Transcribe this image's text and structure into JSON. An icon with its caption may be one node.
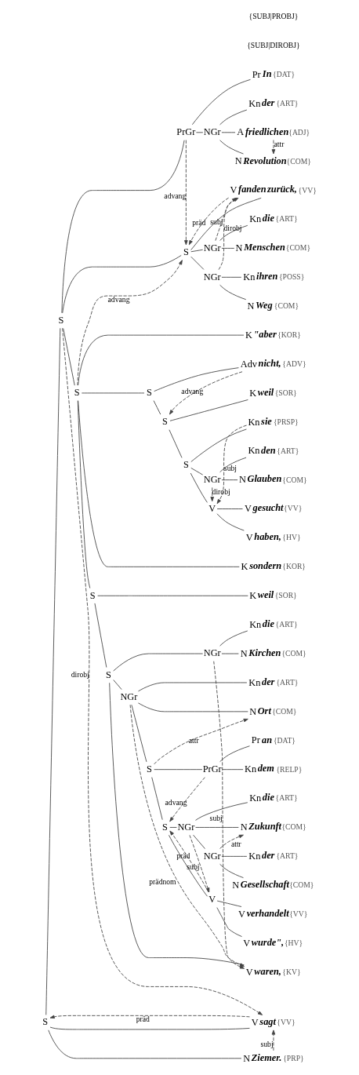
{
  "diagram": {
    "nodes": [
      {
        "text": [
          "S"
        ]
      },
      {
        "text": [
          "S"
        ]
      },
      {
        "text": [
          "PrGr"
        ]
      },
      {
        "text": [
          "Pr"
        ],
        "beside": [
          "In",
          "{DAT}"
        ]
      },
      {
        "text": [
          "NGr"
        ]
      },
      {
        "text": [
          "Kn"
        ],
        "beside": [
          "der",
          "{ART}"
        ]
      },
      {
        "text": [
          "A"
        ],
        "beside": [
          "friedlichen",
          "{ADJ}"
        ]
      },
      {
        "text": [
          "N"
        ],
        "beside": [
          "Revolution",
          "{COM}"
        ]
      },
      {
        "text": [
          "S"
        ]
      },
      {
        "text": [
          "V"
        ],
        "beside": [
          "fanden",
          "zurück,",
          "{VV}"
        ]
      },
      {
        "text": [
          "NGr"
        ]
      },
      {
        "text": [
          "Kn"
        ],
        "beside": [
          "die",
          "{ART}"
        ]
      },
      {
        "text": [
          "N"
        ],
        "beside": [
          "Menschen",
          "{COM}"
        ]
      },
      {
        "text": [
          "NGr"
        ]
      },
      {
        "text": [
          "Kn"
        ],
        "beside": [
          "ihren",
          "{POSS}"
        ]
      },
      {
        "text": [
          "N"
        ],
        "beside": [
          "Weg",
          "{COM}"
        ]
      },
      {
        "text": [
          "S"
        ]
      },
      {
        "text": [
          "K"
        ],
        "beside": [
          "\"aber",
          "{KOR}"
        ]
      },
      {
        "text": [
          "S"
        ]
      },
      {
        "text": [
          "Adv"
        ],
        "beside": [
          "nicht,",
          "{ADV}"
        ]
      },
      {
        "text": [
          "S"
        ]
      },
      {
        "text": [
          "K"
        ],
        "beside": [
          "weil",
          "{SOR}"
        ]
      },
      {
        "text": [
          "S"
        ]
      },
      {
        "text": [
          "Kn"
        ],
        "beside": [
          "sie",
          "{PRSP}"
        ]
      },
      {
        "text": [
          "NGr"
        ]
      },
      {
        "text": [
          "Kn"
        ],
        "beside": [
          "den",
          "{ART}"
        ]
      },
      {
        "text": [
          "N"
        ],
        "beside": [
          "Glauben",
          "{COM}"
        ]
      },
      {
        "text": [
          "V"
        ]
      },
      {
        "text": [
          "V"
        ],
        "beside": [
          "gesucht",
          "{VV}"
        ]
      },
      {
        "text": [
          "V"
        ],
        "beside": [
          "haben,",
          "{HV}"
        ]
      },
      {
        "text": [
          "K"
        ],
        "beside": [
          "sondern",
          "{KOR}"
        ]
      },
      {
        "text": [
          "S"
        ]
      },
      {
        "text": [
          "K"
        ],
        "beside": [
          "weil",
          "{SOR}"
        ]
      },
      {
        "text": [
          "S"
        ]
      },
      {
        "text": [
          "NGr"
        ]
      },
      {
        "text": [
          "Kn"
        ],
        "beside": [
          "die",
          "{ART}"
        ]
      },
      {
        "text": [
          "N"
        ],
        "beside": [
          "Kirchen",
          "{COM}"
        ]
      },
      {
        "text": [
          "NGr"
        ]
      },
      {
        "text": [
          "Kn"
        ],
        "beside": [
          "der",
          "{ART}"
        ]
      },
      {
        "text": [
          "N"
        ],
        "beside": [
          "Ort",
          "{COM}"
        ]
      },
      {
        "text": [
          "S"
        ]
      },
      {
        "text": [
          "PrGr"
        ]
      },
      {
        "text": [
          "Pr"
        ],
        "beside": [
          "an",
          "{DAT}"
        ]
      },
      {
        "text": [
          "Kn"
        ],
        "beside": [
          "dem",
          "{RELP}"
        ]
      },
      {
        "text": [
          "S"
        ]
      },
      {
        "text": [
          "NGr"
        ]
      },
      {
        "text": [
          "Kn"
        ],
        "beside": [
          "die",
          "{ART}"
        ]
      },
      {
        "text": [
          "N"
        ],
        "beside": [
          "Zukunft",
          "{COM}"
        ]
      },
      {
        "text": [
          "NGr"
        ]
      },
      {
        "text": [
          "Kn"
        ],
        "beside": [
          "der",
          "{ART}"
        ]
      },
      {
        "text": [
          "N"
        ],
        "beside": [
          "Gesellschaft",
          "{COM}"
        ]
      },
      {
        "text": [
          "V"
        ]
      },
      {
        "text": [
          "V"
        ],
        "beside": [
          "verhandelt",
          "{VV}"
        ]
      },
      {
        "text": [
          "V"
        ],
        "beside": [
          "wurde\",",
          "{HV}"
        ]
      },
      {
        "text": [
          "V"
        ],
        "beside": [
          "waren,",
          "{KV}"
        ]
      },
      {
        "text": [
          "V"
        ],
        "beside": [
          "sagt",
          "{VV}"
        ]
      },
      {
        "text": [
          "N"
        ],
        "beside": [
          "Ziemer.",
          "{PRP}"
        ]
      }
    ],
    "edges": [
      {
        "from": 0,
        "to": 1,
        "arrow": "none"
      },
      {
        "from": 0,
        "to": 55,
        "arrow": "none"
      },
      {
        "from": 0,
        "to": 56,
        "arrow": "none"
      },
      {
        "from": 1,
        "to": 2,
        "arrow": "none"
      },
      {
        "from": 1,
        "to": 8,
        "arrow": "none"
      },
      {
        "from": 1,
        "to": 16,
        "arrow": "none"
      },
      {
        "from": 2,
        "to": 3,
        "arrow": "none"
      },
      {
        "from": 2,
        "to": 4,
        "arrow": "none"
      },
      {
        "from": 4,
        "to": 5,
        "arrow": "none"
      },
      {
        "from": 4,
        "to": 6,
        "arrow": "none"
      },
      {
        "from": 4,
        "to": 7,
        "arrow": "none"
      },
      {
        "from": 8,
        "to": 9,
        "arrow": "none"
      },
      {
        "from": 8,
        "to": 10,
        "arrow": "none"
      },
      {
        "from": 8,
        "to": 13,
        "arrow": "none"
      },
      {
        "from": 10,
        "to": 11,
        "arrow": "none"
      },
      {
        "from": 10,
        "to": 12,
        "arrow": "none"
      },
      {
        "from": 13,
        "to": 14,
        "arrow": "none"
      },
      {
        "from": 13,
        "to": 15,
        "arrow": "none"
      },
      {
        "from": 16,
        "to": 17,
        "arrow": "none"
      },
      {
        "from": 16,
        "to": 18,
        "arrow": "none"
      },
      {
        "from": 16,
        "to": 30,
        "arrow": "none"
      },
      {
        "from": 16,
        "to": 31,
        "arrow": "none"
      },
      {
        "from": 18,
        "to": 19,
        "arrow": "none"
      },
      {
        "from": 18,
        "to": 20,
        "arrow": "none"
      },
      {
        "from": 20,
        "to": 21,
        "arrow": "none"
      },
      {
        "from": 20,
        "to": 22,
        "arrow": "none"
      },
      {
        "from": 22,
        "to": 23,
        "arrow": "none"
      },
      {
        "from": 22,
        "to": 24,
        "arrow": "none"
      },
      {
        "from": 22,
        "to": 27,
        "arrow": "none"
      },
      {
        "from": 24,
        "to": 25,
        "arrow": "none"
      },
      {
        "from": 24,
        "to": 26,
        "arrow": "none"
      },
      {
        "from": 27,
        "to": 28,
        "arrow": "none"
      },
      {
        "from": 27,
        "to": 29,
        "arrow": "none"
      },
      {
        "from": 31,
        "to": 32,
        "arrow": "none"
      },
      {
        "from": 31,
        "to": 33,
        "arrow": "none"
      },
      {
        "from": 33,
        "to": 34,
        "arrow": "none"
      },
      {
        "from": 33,
        "to": 37,
        "arrow": "none"
      },
      {
        "from": 33,
        "to": 54,
        "arrow": "none"
      },
      {
        "from": 34,
        "to": 35,
        "arrow": "none"
      },
      {
        "from": 34,
        "to": 36,
        "arrow": "none"
      },
      {
        "from": 37,
        "to": 38,
        "arrow": "none"
      },
      {
        "from": 37,
        "to": 39,
        "arrow": "none"
      },
      {
        "from": 37,
        "to": 40,
        "arrow": "none"
      },
      {
        "from": 40,
        "to": 41,
        "arrow": "none"
      },
      {
        "from": 40,
        "to": 44,
        "arrow": "none"
      },
      {
        "from": 41,
        "to": 42,
        "arrow": "none"
      },
      {
        "from": 41,
        "to": 43,
        "arrow": "none"
      },
      {
        "from": 44,
        "to": 45,
        "arrow": "none"
      },
      {
        "from": 44,
        "to": 51,
        "arrow": "none"
      },
      {
        "from": 45,
        "to": 46,
        "arrow": "none"
      },
      {
        "from": 45,
        "to": 47,
        "arrow": "none"
      },
      {
        "from": 45,
        "to": 48,
        "arrow": "none"
      },
      {
        "from": 48,
        "to": 49,
        "arrow": "none"
      },
      {
        "from": 48,
        "to": 50,
        "arrow": "none"
      },
      {
        "from": 51,
        "to": 52,
        "arrow": "none"
      },
      {
        "from": 51,
        "to": 53,
        "arrow": "none"
      },
      {
        "from": 6,
        "to": 7,
        "arrow": "to",
        "style": "dashed",
        "label": "attr"
      },
      {
        "from": 2,
        "to": 8,
        "arrow": "to",
        "style": "dashed",
        "label": "advang"
      },
      {
        "from": 16,
        "to": 8,
        "arrow": "to",
        "style": "dashed",
        "label": "advang"
      },
      {
        "from": 9,
        "to": 8,
        "arrow": "to",
        "style": "dashed",
        "label": "präd"
      },
      {
        "from": 10,
        "to": 9,
        "arrow": "to",
        "style": "dashed",
        "label": "subj"
      },
      {
        "from": 13,
        "to": 9,
        "arrow": "to",
        "style": "dashed",
        "label": "dirobj"
      },
      {
        "from": 19,
        "to": 20,
        "arrow": "to",
        "style": "dashed",
        "label": "advang"
      },
      {
        "from": 23,
        "to": 27,
        "arrow": "to",
        "style": "dashed",
        "label": "subj"
      },
      {
        "from": 24,
        "to": 27,
        "arrow": "to",
        "style": "dashed",
        "label": "dirobj"
      },
      {
        "from": 34,
        "to": 54,
        "arrow": "to",
        "style": "dashed",
        "label": "subj"
      },
      {
        "from": 37,
        "to": 54,
        "arrow": "to",
        "style": "dashed",
        "label": "prädnom"
      },
      {
        "from": 40,
        "to": 39,
        "arrow": "to",
        "style": "dashed",
        "label": "attr"
      },
      {
        "from": 41,
        "to": 44,
        "arrow": "to",
        "style": "dashed",
        "label": "advang"
      },
      {
        "from": 45,
        "to": 51,
        "arrow": "to",
        "style": "dashed",
        "label": "subj"
      },
      {
        "from": 48,
        "to": 47,
        "arrow": "to",
        "style": "dashed",
        "label": "attr"
      },
      {
        "from": 51,
        "to": 44,
        "arrow": "to",
        "style": "dashed",
        "label": "präd"
      },
      {
        "from": 56,
        "to": 55,
        "arrow": "to",
        "style": "dashed",
        "label": "subj"
      },
      {
        "from": 1,
        "to": 55,
        "arrow": "to",
        "style": "dashed",
        "label": "dirobj"
      },
      {
        "from": 55,
        "to": 0,
        "arrow": "to",
        "style": "dashed",
        "label": "präd"
      }
    ],
    "labels": [
      "{SUBJ|DIROBJ}",
      "{SUBJ|PROBJ}"
    ]
  }
}
